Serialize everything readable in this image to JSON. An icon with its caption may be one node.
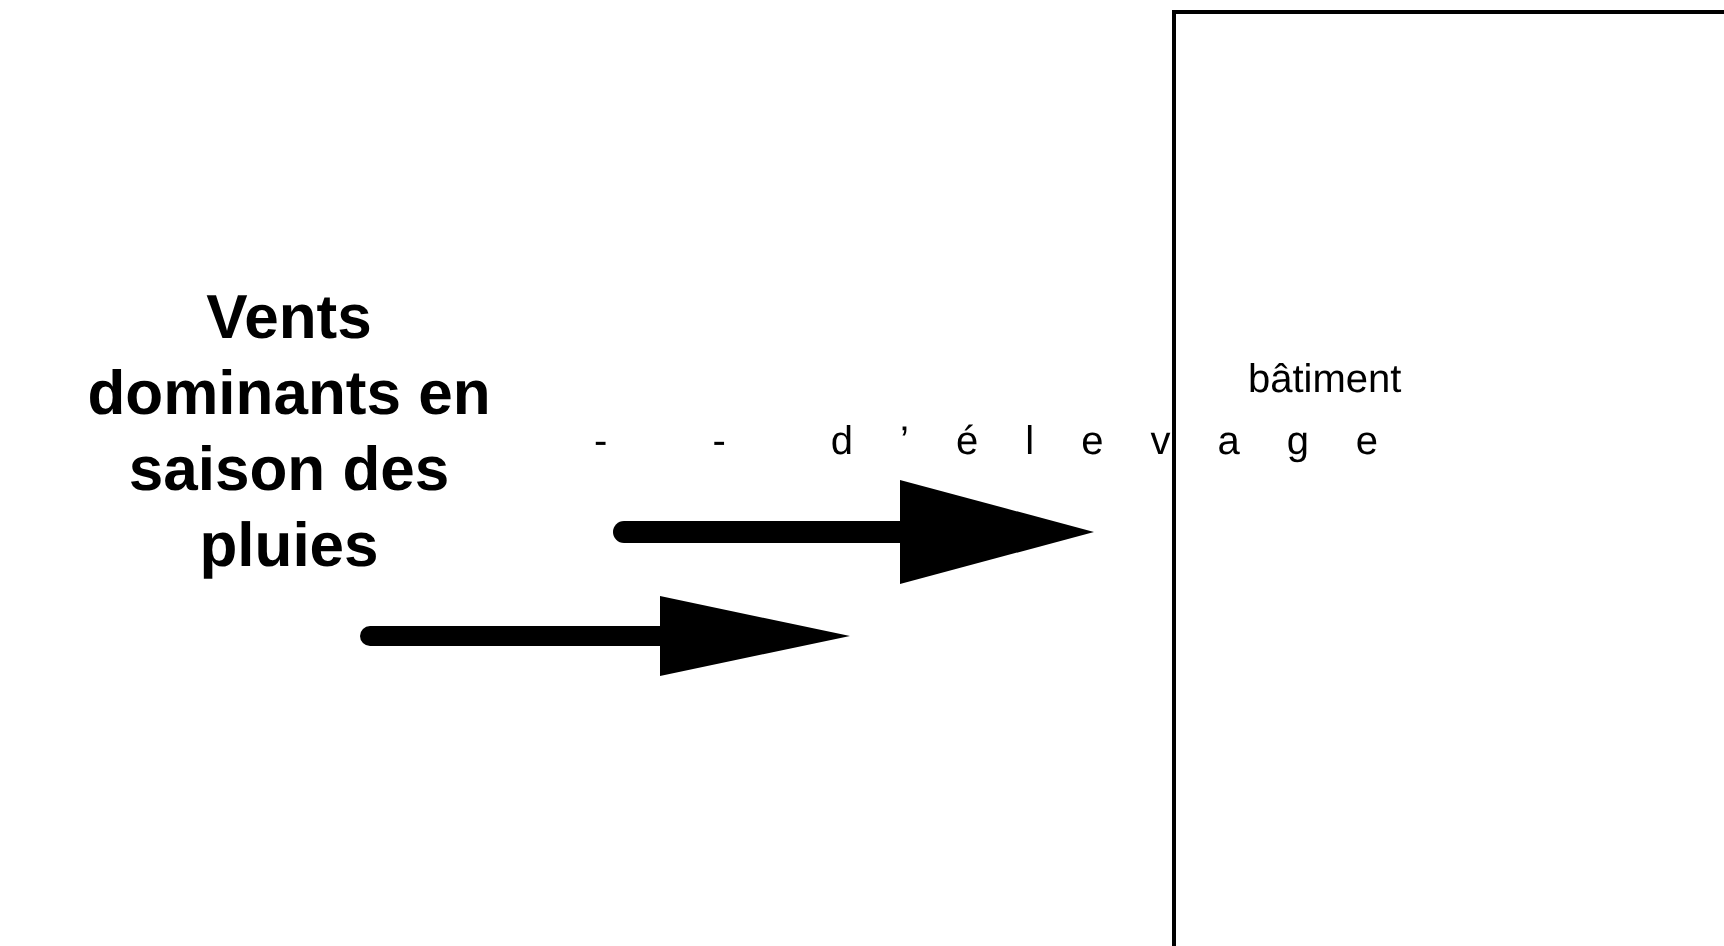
{
  "diagram": {
    "nodes": [
      {
        "text": [
          "bâtiment"
        ]
      }
    ],
    "labels": [
      "Vents dominants en saison des pluies",
      "- - d’élevage"
    ]
  }
}
